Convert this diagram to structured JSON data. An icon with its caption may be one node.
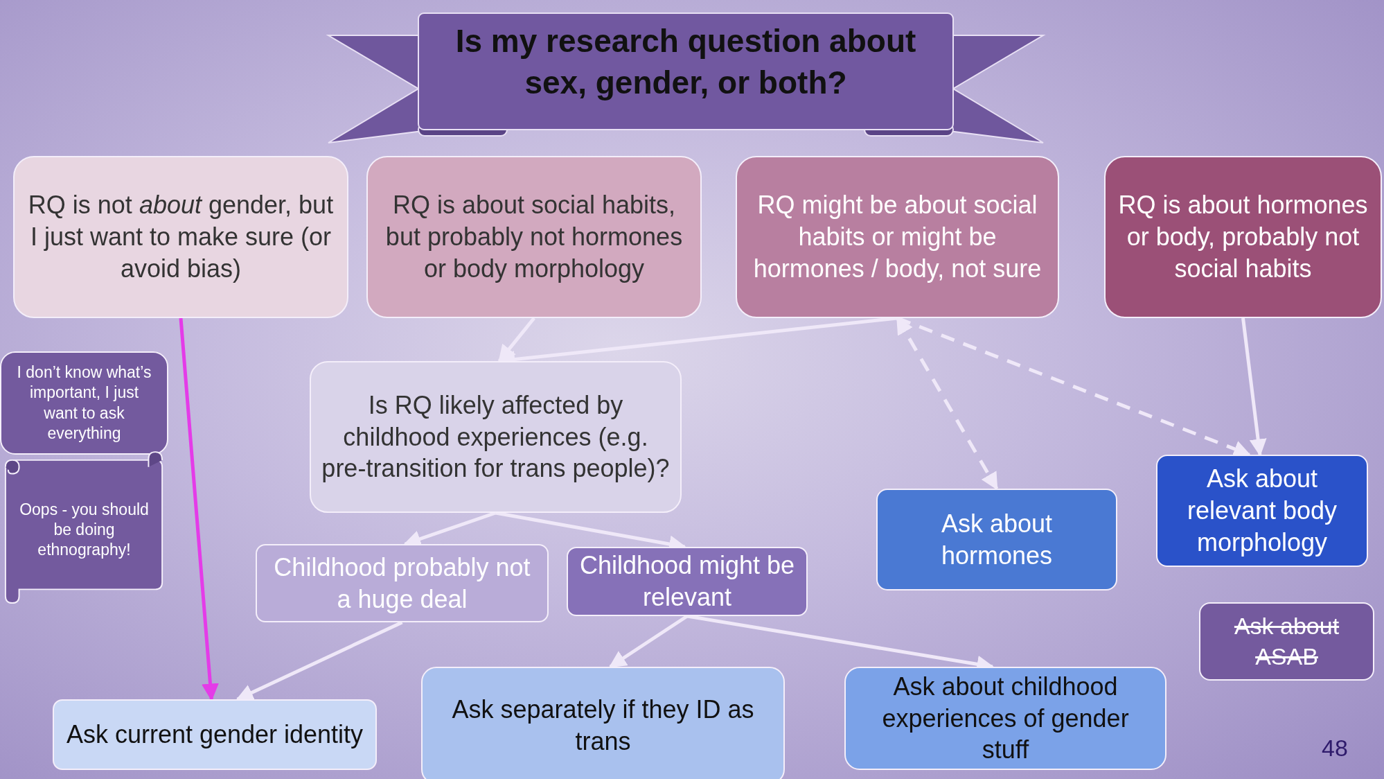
{
  "diagram": {
    "title": "Is my research question about sex, gender, or both?",
    "nodes": [
      {
        "text": [
          "RQ is not *about* gender, but I just want to make sure (or avoid bias)"
        ]
      },
      {
        "text": [
          "RQ is about social habits, but probably not hormones or body morphology"
        ]
      },
      {
        "text": [
          "RQ might be about social habits or might be hormones / body, not sure"
        ]
      },
      {
        "text": [
          "RQ is about hormones or body, probably not social habits"
        ]
      },
      {
        "text": [
          "I don’t know what’s important, I just want to ask everything"
        ]
      },
      {
        "text": [
          "Oops - you should be doing ethnography!"
        ]
      },
      {
        "text": [
          "Is RQ likely affected by childhood experiences (e.g. pre-transition for trans people)?"
        ]
      },
      {
        "text": [
          "Childhood probably not a huge deal"
        ]
      },
      {
        "text": [
          "Childhood might be relevant"
        ]
      },
      {
        "text": [
          "Ask about hormones"
        ]
      },
      {
        "text": [
          "Ask about relevant body morphology"
        ]
      },
      {
        "text": [
          "Ask about ASAB"
        ]
      },
      {
        "text": [
          "Ask current gender identity"
        ]
      },
      {
        "text": [
          "Ask separately if they ID as trans"
        ]
      },
      {
        "text": [
          "Ask about childhood experiences of gender stuff"
        ]
      }
    ],
    "edges": [
      {
        "from": 0,
        "to": 12,
        "arrow": "to",
        "color": "#e43be8"
      },
      {
        "from": 1,
        "to": 6,
        "arrow": "to"
      },
      {
        "from": 2,
        "to": 6,
        "arrow": "to"
      },
      {
        "from": 2,
        "to": 9,
        "arrow": "both",
        "style": "dashed"
      },
      {
        "from": 2,
        "to": 10,
        "arrow": "to",
        "style": "dashed"
      },
      {
        "from": 3,
        "to": 10,
        "arrow": "to"
      },
      {
        "from": 6,
        "to": 7,
        "arrow": "to"
      },
      {
        "from": 6,
        "to": 8,
        "arrow": "to"
      },
      {
        "from": 7,
        "to": 12,
        "arrow": "to"
      },
      {
        "from": 8,
        "to": 13,
        "arrow": "to"
      },
      {
        "from": 8,
        "to": 14,
        "arrow": "to"
      }
    ],
    "labels": [
      "48"
    ]
  }
}
